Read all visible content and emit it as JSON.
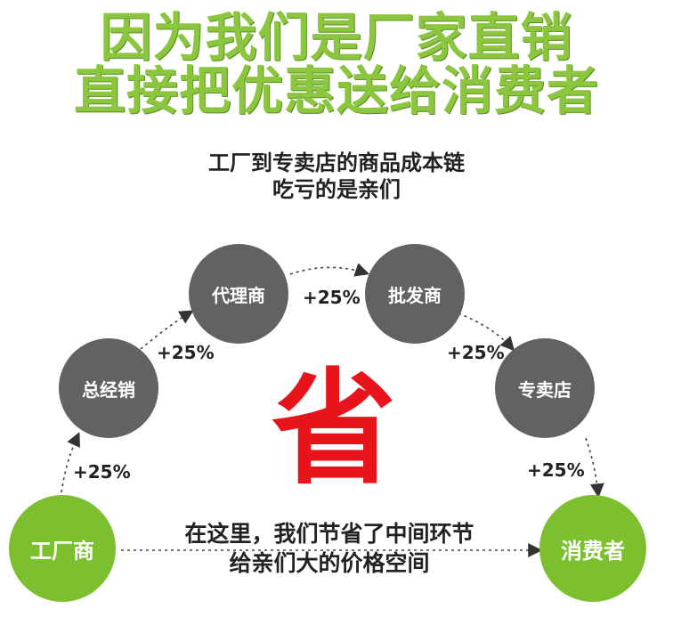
{
  "colors": {
    "headline_green": "#8cc63f",
    "node_gray": "#626262",
    "node_green": "#7cbf2f",
    "savings_red": "#e8141c"
  },
  "headline": {
    "line1": "因为我们是厂家直销",
    "line2": "直接把优惠送给消费者"
  },
  "subtitle": {
    "line1": "工厂到专卖店的商品成本链",
    "line2": "吃亏的是亲们"
  },
  "nodes": {
    "factory": "工厂商",
    "distributor": "总经销",
    "agent": "代理商",
    "wholesaler": "批发商",
    "store": "专卖店",
    "consumer": "消费者"
  },
  "markups": [
    "+25%",
    "+25%",
    "+25%",
    "+25%",
    "+25%"
  ],
  "savings_mark": "省",
  "bottom_note": {
    "line1": "在这里，我们节省了中间环节",
    "line2": "给亲们大的价格空间"
  }
}
